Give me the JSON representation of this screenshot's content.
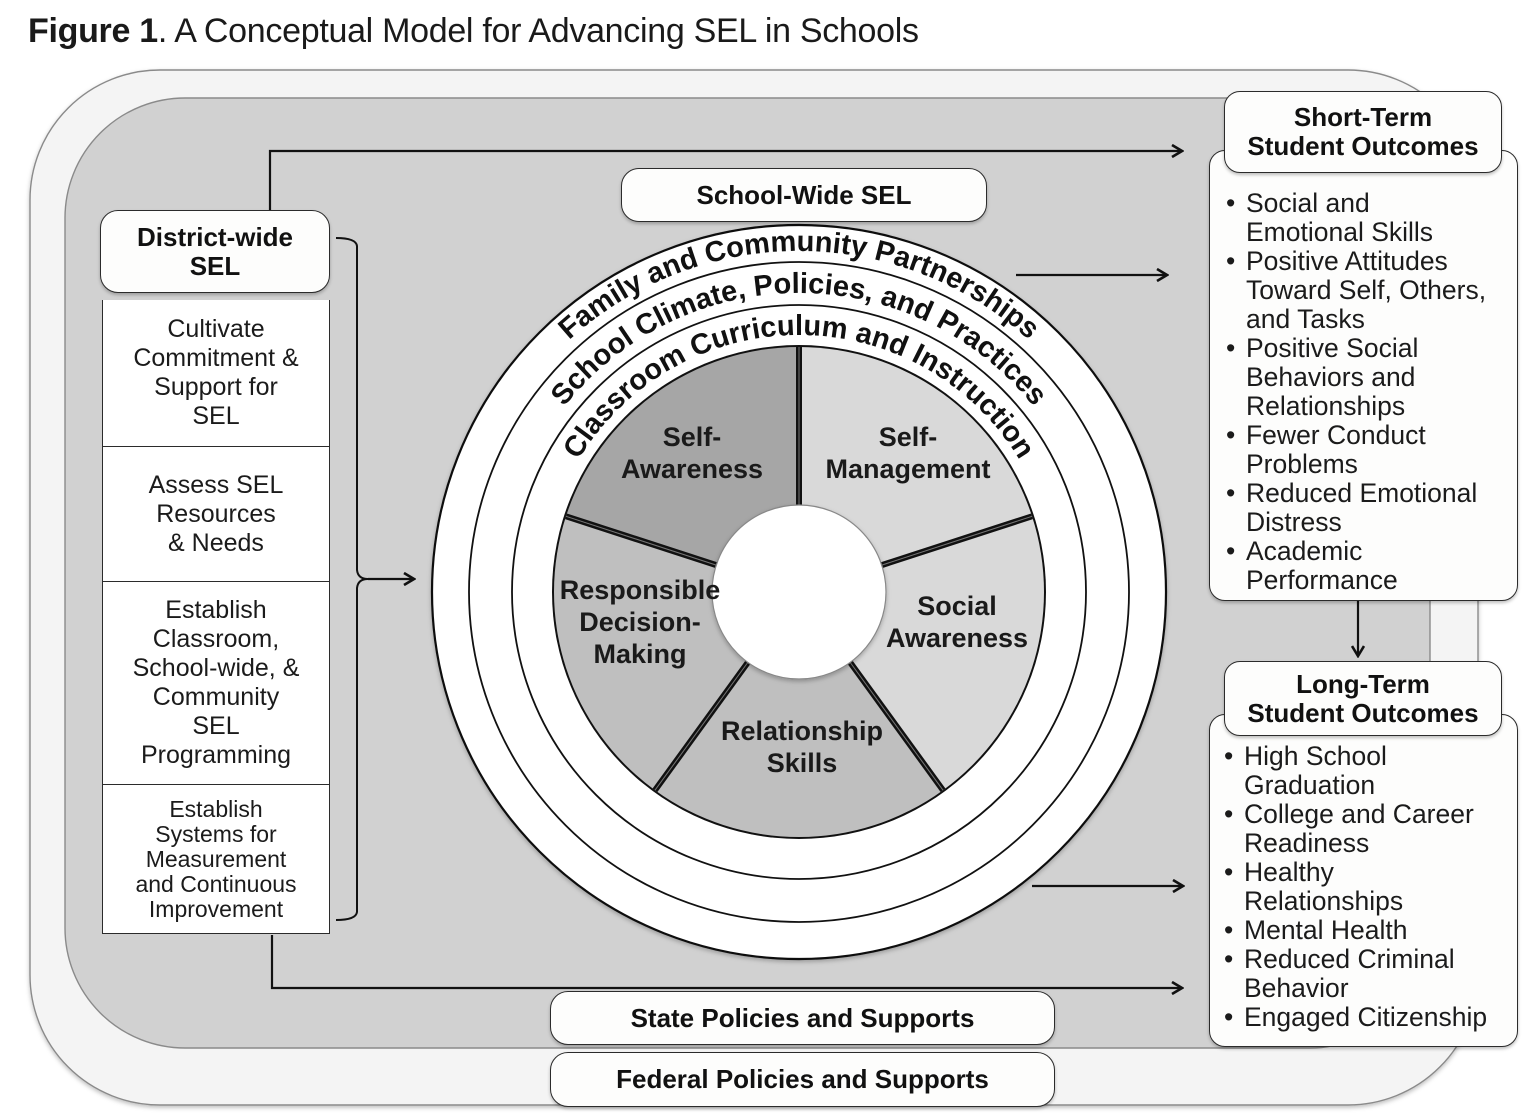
{
  "figure": {
    "label": "Figure 1",
    "title": ". A Conceptual Model for Advancing SEL in Schools"
  },
  "district": {
    "title_line1": "District-wide",
    "title_line2": "SEL",
    "steps": [
      {
        "lines": [
          "Cultivate",
          "Commitment &",
          "Support for",
          "SEL"
        ]
      },
      {
        "lines": [
          "Assess SEL",
          "Resources",
          "& Needs"
        ]
      },
      {
        "lines": [
          "Establish",
          "Classroom,",
          "School-wide, &",
          "Community",
          "SEL",
          "Programming"
        ]
      },
      {
        "lines": [
          "Establish",
          "Systems for",
          "Measurement",
          "and Continuous",
          "Improvement"
        ]
      }
    ]
  },
  "school": {
    "title": "School-Wide SEL",
    "rings": [
      "Family and Community Partnerships",
      "School Climate, Policies, and Practices",
      "Classroom Curriculum and Instruction"
    ],
    "competencies": [
      {
        "name": "self-awareness",
        "lines": [
          "Self-",
          "Awareness"
        ],
        "fill": "#d9d9d9"
      },
      {
        "name": "self-management",
        "lines": [
          "Self-",
          "Management"
        ],
        "fill": "#d9d9d9"
      },
      {
        "name": "social-awareness",
        "lines": [
          "Social",
          "Awareness"
        ],
        "fill": "#bfbfbf"
      },
      {
        "name": "relationship-skills",
        "lines": [
          "Relationship",
          "Skills"
        ],
        "fill": "#bfbfbf"
      },
      {
        "name": "responsible-decision-making",
        "lines": [
          "Responsible",
          "Decision-",
          "Making"
        ],
        "fill": "#a6a6a6"
      }
    ]
  },
  "policies": {
    "state": "State Policies and Supports",
    "federal": "Federal Policies and Supports"
  },
  "short_term": {
    "title_line1": "Short-Term",
    "title_line2": "Student Outcomes",
    "items": [
      {
        "lines": [
          "Social and",
          "Emotional Skills"
        ]
      },
      {
        "lines": [
          "Positive Attitudes",
          "Toward Self, Others,",
          "and Tasks"
        ]
      },
      {
        "lines": [
          "Positive Social",
          "Behaviors and",
          "Relationships"
        ]
      },
      {
        "lines": [
          "Fewer Conduct",
          "Problems"
        ]
      },
      {
        "lines": [
          "Reduced Emotional",
          "Distress"
        ]
      },
      {
        "lines": [
          "Academic",
          "Performance"
        ]
      }
    ]
  },
  "long_term": {
    "title_line1": "Long-Term",
    "title_line2": "Student Outcomes",
    "items": [
      {
        "lines": [
          "High School",
          "Graduation"
        ]
      },
      {
        "lines": [
          "College and Career",
          "Readiness"
        ]
      },
      {
        "lines": [
          "Healthy",
          "Relationships"
        ]
      },
      {
        "lines": [
          "Mental Health"
        ]
      },
      {
        "lines": [
          "Reduced Criminal",
          "Behavior"
        ]
      },
      {
        "lines": [
          "Engaged Citizenship"
        ]
      }
    ]
  },
  "colors": {
    "outer_frame": "#f4f4f4",
    "inner_frame": "#d1d1d1",
    "stroke": "#1a1a1a"
  }
}
